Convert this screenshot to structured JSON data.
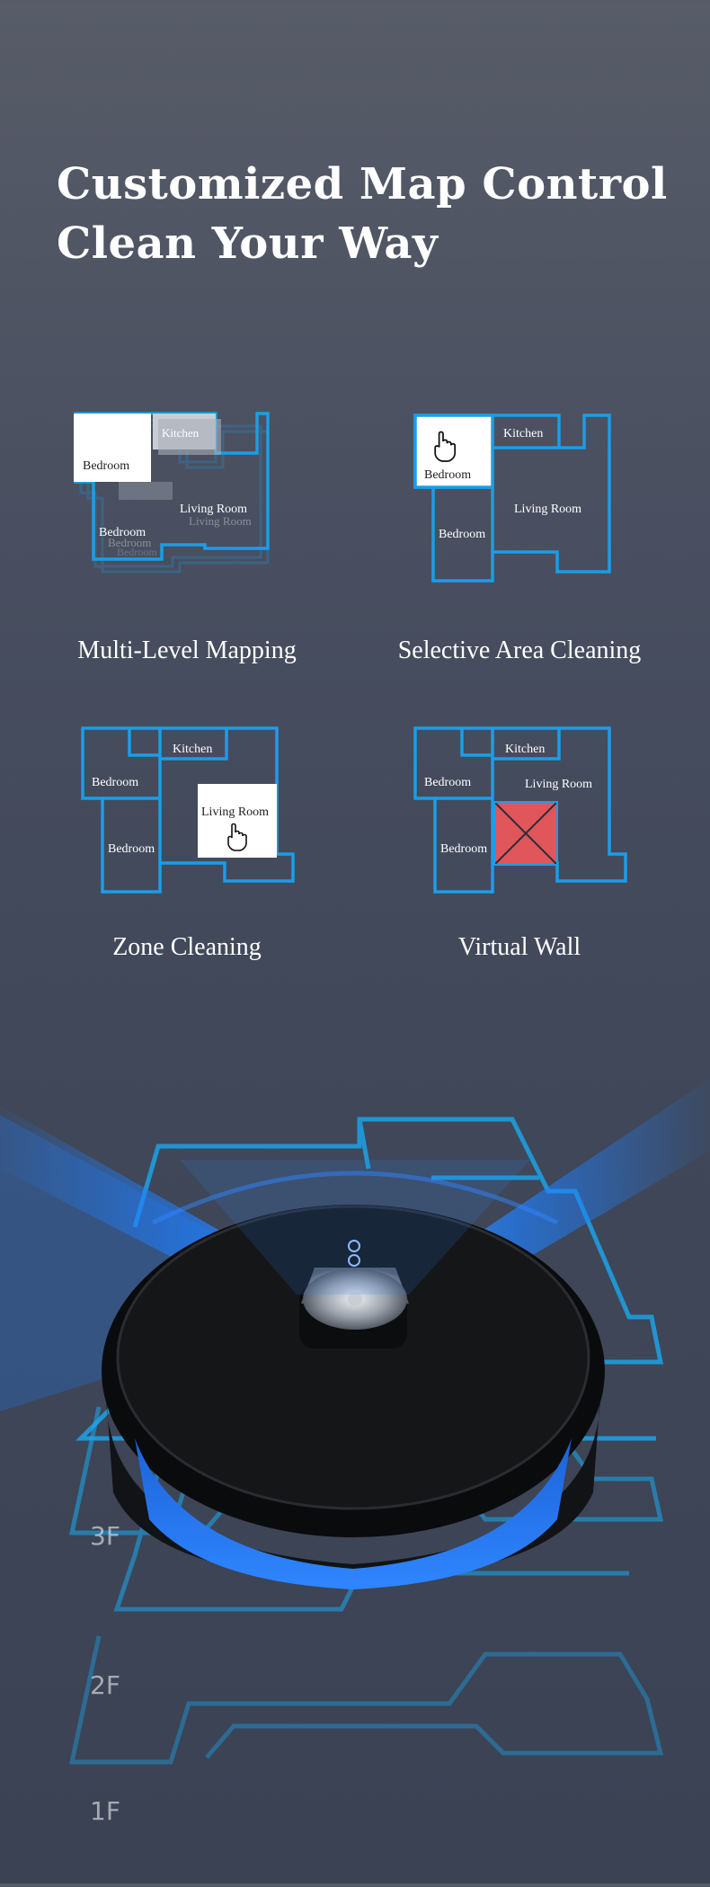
{
  "headline": {
    "line1": "Customized Map Control",
    "line2": "Clean Your Way"
  },
  "features": [
    {
      "name": "Multi-Level Mapping",
      "rooms": {
        "bedroom1": "Bedroom",
        "kitchen": "Kitchen",
        "living": "Living Room",
        "bedroom2": "Bedroom"
      }
    },
    {
      "name": "Selective Area Cleaning",
      "rooms": {
        "bedroom1": "Bedroom",
        "kitchen": "Kitchen",
        "living": "Living Room",
        "bedroom2": "Bedroom"
      }
    },
    {
      "name": "Zone Cleaning",
      "rooms": {
        "bedroom1": "Bedroom",
        "kitchen": "Kitchen",
        "living": "Living Room",
        "bedroom2": "Bedroom"
      }
    },
    {
      "name": "Virtual Wall",
      "rooms": {
        "bedroom1": "Bedroom",
        "kitchen": "Kitchen",
        "living": "Living Room",
        "bedroom2": "Bedroom"
      }
    }
  ],
  "floors": [
    "3F",
    "2F",
    "1F"
  ],
  "colors": {
    "map_blue": "#1a9ee8",
    "virtual_wall_red": "#e0565a",
    "laser_blue": "#1e7fff"
  }
}
